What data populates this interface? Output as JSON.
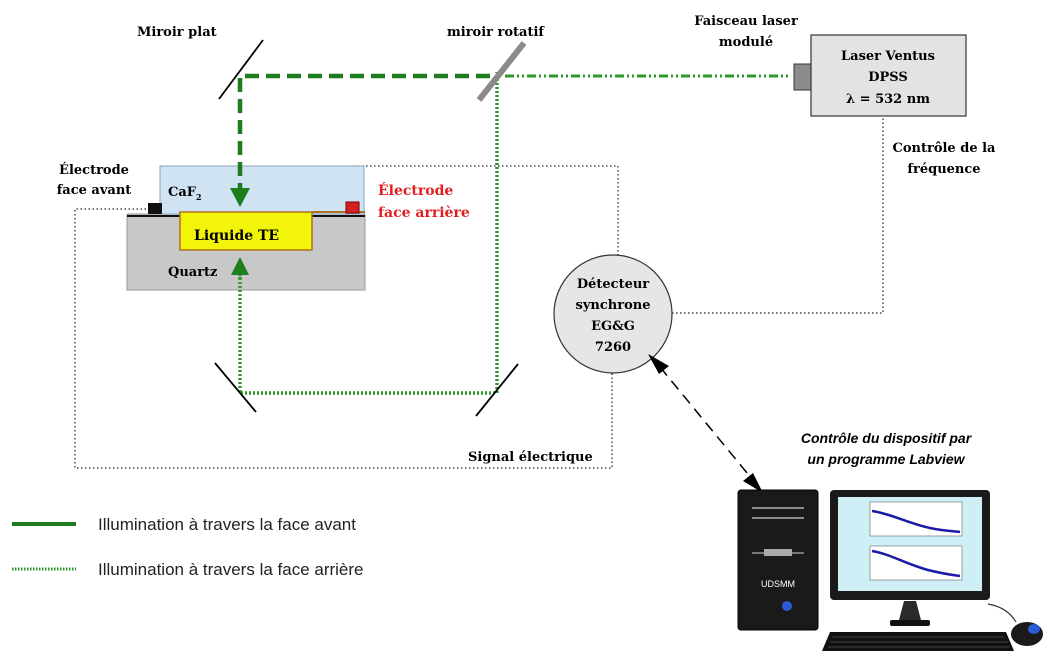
{
  "labels": {
    "flat_mirror": "Miroir plat",
    "rotating_mirror": "miroir rotatif",
    "modulated_beam_line1": "Faisceau laser",
    "modulated_beam_line2": "modulé",
    "front_electrode_line1": "Électrode",
    "front_electrode_line2": "face avant",
    "rear_electrode_line1": "Électrode",
    "rear_electrode_line2": "face arrière",
    "caf2_main": "CaF",
    "caf2_sub": "2",
    "liquid": "Liquide TE",
    "quartz": "Quartz",
    "freq_control_line1": "Contrôle de la",
    "freq_control_line2": "fréquence",
    "electric_signal": "Signal électrique",
    "labview_line1": "Contrôle du dispositif par",
    "labview_line2": "un programme Labview",
    "computer_brand": "UDSMM"
  },
  "laser": {
    "line1": "Laser Ventus",
    "line2": "DPSS",
    "line3": "λ = 532 nm"
  },
  "detector": {
    "line1": "Détecteur",
    "line2": "synchrone",
    "line3": "EG&G",
    "line4": "7260"
  },
  "legend": {
    "front": "Illumination à travers la face avant",
    "rear": "Illumination à travers la face arrière"
  },
  "colors": {
    "front_beam": "#1e7d1e",
    "rear_beam": "#2a9a2a",
    "rear_electrode_text": "#e02020",
    "liquid": "#f2f50a",
    "caf2": "#cfe3f2",
    "quartz": "#c8c8c8",
    "laser_box": "#e3e3e3",
    "detector": "#e6e6e6",
    "monitor_screen": "#cfeff6",
    "plot_curve": "#1b1ba6"
  }
}
